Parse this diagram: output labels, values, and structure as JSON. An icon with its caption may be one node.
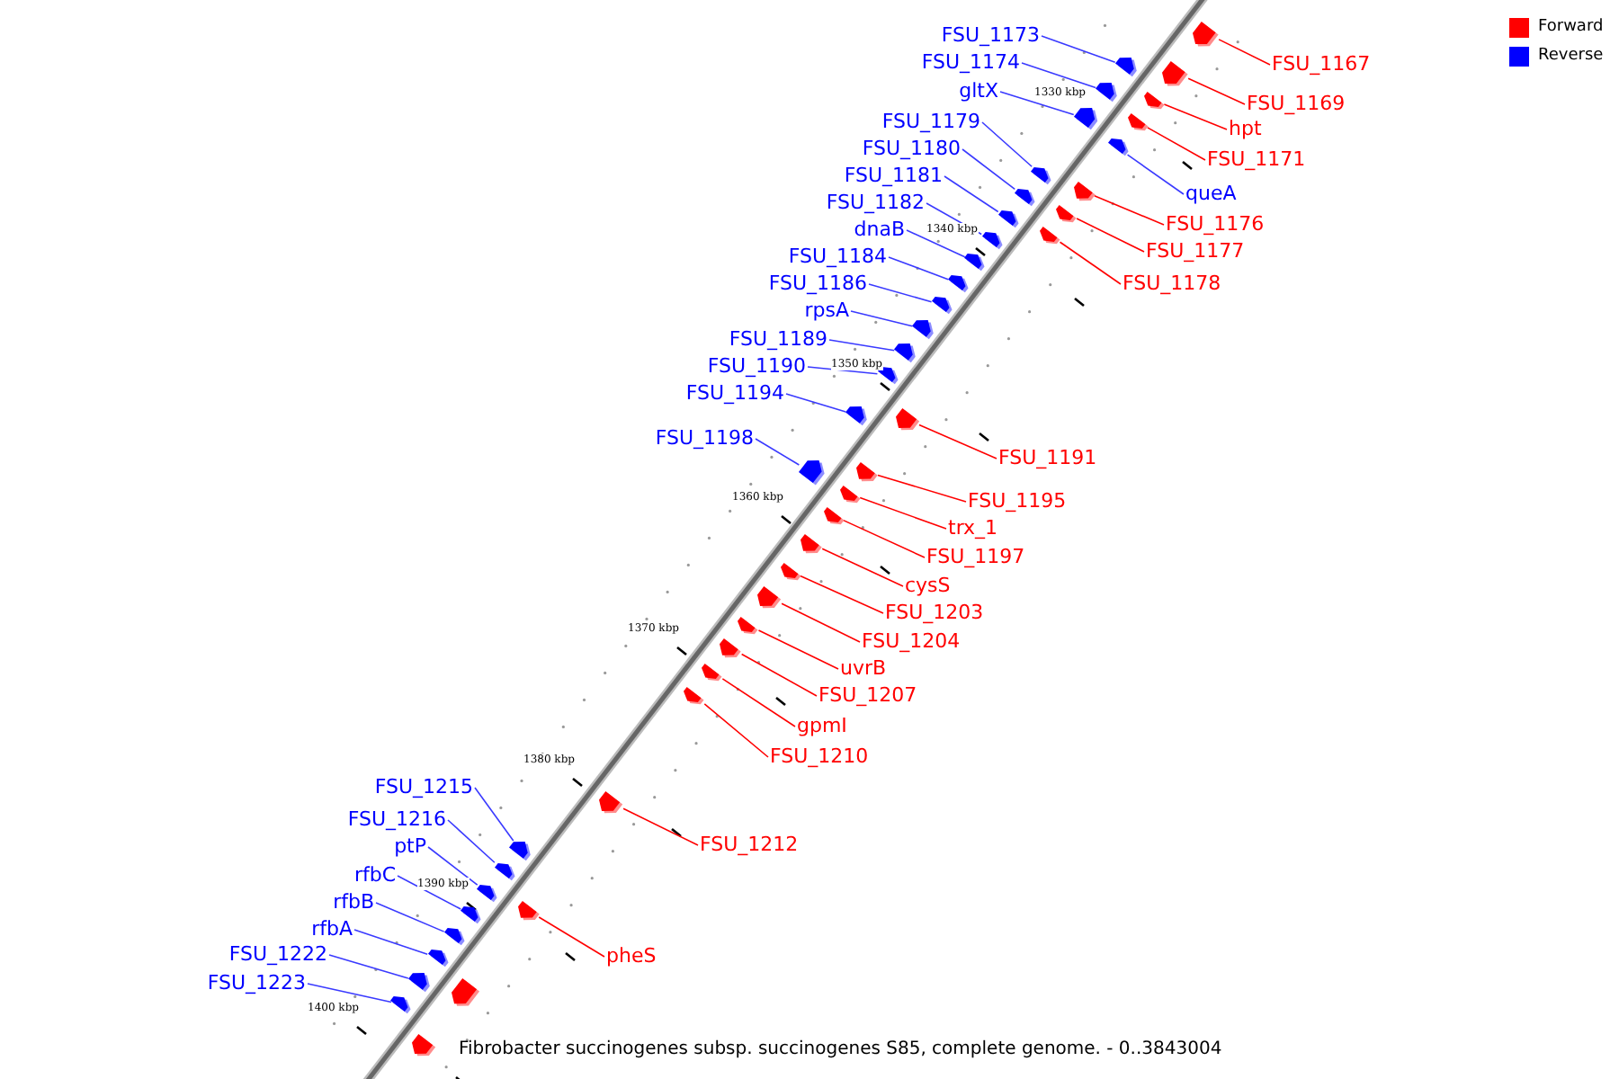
{
  "diagram": {
    "caption": "Fibrobacter succinogenes subsp. succinogenes S85, complete genome. - 0..3843004",
    "nodes": [
      {
        "text": [
          "FSU_1167"
        ]
      },
      {
        "text": [],
        "shape": "arrow"
      },
      {
        "text": [
          "FSU_1173"
        ]
      },
      {
        "text": [],
        "shape": "arrow"
      },
      {
        "text": [
          "FSU_1174"
        ]
      },
      {
        "text": [],
        "shape": "arrow"
      },
      {
        "text": [
          "gltX"
        ]
      },
      {
        "text": [],
        "shape": "arrow"
      },
      {
        "text": [
          "FSU_1169"
        ]
      },
      {
        "text": [],
        "shape": "arrow"
      },
      {
        "text": [
          "FSU_1179"
        ]
      },
      {
        "text": [],
        "shape": "arrow"
      },
      {
        "text": [
          "hpt"
        ]
      },
      {
        "text": [],
        "shape": "arrow"
      },
      {
        "text": [
          "FSU_1180"
        ]
      },
      {
        "text": [],
        "shape": "arrow"
      },
      {
        "text": [
          "FSU_1171"
        ]
      },
      {
        "text": [],
        "shape": "arrow"
      },
      {
        "text": [
          "FSU_1181"
        ]
      },
      {
        "text": [],
        "shape": "arrow"
      },
      {
        "text": [
          "queA"
        ]
      },
      {
        "text": [],
        "shape": "arrow"
      },
      {
        "text": [
          "FSU_1182"
        ]
      },
      {
        "text": [],
        "shape": "arrow"
      },
      {
        "text": [
          "FSU_1176"
        ]
      },
      {
        "text": [],
        "shape": "arrow"
      },
      {
        "text": [
          "dnaB"
        ]
      },
      {
        "text": [],
        "shape": "arrow"
      },
      {
        "text": [
          "FSU_1177"
        ]
      },
      {
        "text": [],
        "shape": "arrow"
      },
      {
        "text": [
          "FSU_1184"
        ]
      },
      {
        "text": [],
        "shape": "arrow"
      },
      {
        "text": [
          "FSU_1178"
        ]
      },
      {
        "text": [],
        "shape": "arrow"
      },
      {
        "text": [
          "FSU_1186"
        ]
      },
      {
        "text": [],
        "shape": "arrow"
      },
      {
        "text": [
          "rpsA"
        ]
      },
      {
        "text": [],
        "shape": "arrow"
      },
      {
        "text": [
          "FSU_1189"
        ]
      },
      {
        "text": [],
        "shape": "arrow"
      },
      {
        "text": [
          "FSU_1190"
        ]
      },
      {
        "text": [],
        "shape": "arrow"
      },
      {
        "text": [
          "FSU_1194"
        ]
      },
      {
        "text": [],
        "shape": "arrow"
      },
      {
        "text": [
          "FSU_1198"
        ]
      },
      {
        "text": [],
        "shape": "arrow"
      },
      {
        "text": [
          "FSU_1191"
        ]
      },
      {
        "text": [],
        "shape": "arrow"
      },
      {
        "text": [
          "FSU_1195"
        ]
      },
      {
        "text": [],
        "shape": "arrow"
      },
      {
        "text": [
          "trx_1"
        ]
      },
      {
        "text": [],
        "shape": "arrow"
      },
      {
        "text": [
          "FSU_1197"
        ]
      },
      {
        "text": [],
        "shape": "arrow"
      },
      {
        "text": [
          "cysS"
        ]
      },
      {
        "text": [],
        "shape": "arrow"
      },
      {
        "text": [
          "FSU_1203"
        ]
      },
      {
        "text": [],
        "shape": "arrow"
      },
      {
        "text": [
          "FSU_1204"
        ]
      },
      {
        "text": [],
        "shape": "arrow"
      },
      {
        "text": [
          "uvrB"
        ]
      },
      {
        "text": [],
        "shape": "arrow"
      },
      {
        "text": [
          "FSU_1207"
        ]
      },
      {
        "text": [],
        "shape": "arrow"
      },
      {
        "text": [
          "gpmI"
        ]
      },
      {
        "text": [],
        "shape": "arrow"
      },
      {
        "text": [
          "FSU_1210"
        ]
      },
      {
        "text": [],
        "shape": "arrow"
      },
      {
        "text": [
          "FSU_1215"
        ]
      },
      {
        "text": [],
        "shape": "arrow"
      },
      {
        "text": [
          "FSU_1216"
        ]
      },
      {
        "text": [],
        "shape": "arrow"
      },
      {
        "text": [
          "FSU_1212"
        ]
      },
      {
        "text": [],
        "shape": "arrow"
      },
      {
        "text": [
          "ptP"
        ]
      },
      {
        "text": [],
        "shape": "arrow"
      },
      {
        "text": [
          "rfbC"
        ]
      },
      {
        "text": [],
        "shape": "arrow"
      },
      {
        "text": [
          "rfbB"
        ]
      },
      {
        "text": [],
        "shape": "arrow"
      },
      {
        "text": [
          "rfbA"
        ]
      },
      {
        "text": [],
        "shape": "arrow"
      },
      {
        "text": [
          "FSU_1222"
        ]
      },
      {
        "text": [],
        "shape": "arrow"
      },
      {
        "text": [
          "pheS"
        ]
      },
      {
        "text": [],
        "shape": "arrow"
      },
      {
        "text": [
          "FSU_1223"
        ]
      },
      {
        "text": [],
        "shape": "arrow"
      },
      {
        "text": [],
        "shape": "arrow"
      },
      {
        "text": [],
        "shape": "arrow"
      }
    ],
    "edges": [
      {
        "from": 0,
        "to": 1,
        "arrow": "none",
        "color": "#ff0000"
      },
      {
        "from": 2,
        "to": 3,
        "arrow": "none"
      },
      {
        "from": 4,
        "to": 5,
        "arrow": "none"
      },
      {
        "from": 6,
        "to": 7,
        "arrow": "none"
      },
      {
        "from": 8,
        "to": 9,
        "arrow": "none",
        "color": "#ff0000"
      },
      {
        "from": 10,
        "to": 11,
        "arrow": "none"
      },
      {
        "from": 12,
        "to": 13,
        "arrow": "none",
        "color": "#ff0000"
      },
      {
        "from": 14,
        "to": 15,
        "arrow": "none"
      },
      {
        "from": 16,
        "to": 17,
        "arrow": "none",
        "color": "#ff0000"
      },
      {
        "from": 18,
        "to": 19,
        "arrow": "none"
      },
      {
        "from": 20,
        "to": 21,
        "arrow": "none"
      },
      {
        "from": 22,
        "to": 23,
        "arrow": "none"
      },
      {
        "from": 24,
        "to": 25,
        "arrow": "none",
        "color": "#ff0000"
      },
      {
        "from": 26,
        "to": 27,
        "arrow": "none"
      },
      {
        "from": 28,
        "to": 29,
        "arrow": "none",
        "color": "#ff0000"
      },
      {
        "from": 30,
        "to": 31,
        "arrow": "none"
      },
      {
        "from": 32,
        "to": 33,
        "arrow": "none",
        "color": "#ff0000"
      },
      {
        "from": 34,
        "to": 35,
        "arrow": "none"
      },
      {
        "from": 36,
        "to": 37,
        "arrow": "none"
      },
      {
        "from": 38,
        "to": 39,
        "arrow": "none"
      },
      {
        "from": 40,
        "to": 41,
        "arrow": "none"
      },
      {
        "from": 42,
        "to": 43,
        "arrow": "none"
      },
      {
        "from": 44,
        "to": 45,
        "arrow": "none"
      },
      {
        "from": 46,
        "to": 47,
        "arrow": "none",
        "color": "#ff0000"
      },
      {
        "from": 48,
        "to": 49,
        "arrow": "none",
        "color": "#ff0000"
      },
      {
        "from": 50,
        "to": 51,
        "arrow": "none",
        "color": "#ff0000"
      },
      {
        "from": 52,
        "to": 53,
        "arrow": "none",
        "color": "#ff0000"
      },
      {
        "from": 54,
        "to": 55,
        "arrow": "none",
        "color": "#ff0000"
      },
      {
        "from": 56,
        "to": 57,
        "arrow": "none",
        "color": "#ff0000"
      },
      {
        "from": 58,
        "to": 59,
        "arrow": "none",
        "color": "#ff0000"
      },
      {
        "from": 60,
        "to": 61,
        "arrow": "none",
        "color": "#ff0000"
      },
      {
        "from": 62,
        "to": 63,
        "arrow": "none",
        "color": "#ff0000"
      },
      {
        "from": 64,
        "to": 65,
        "arrow": "none",
        "color": "#ff0000"
      },
      {
        "from": 66,
        "to": 67,
        "arrow": "none",
        "color": "#ff0000"
      },
      {
        "from": 68,
        "to": 69,
        "arrow": "none"
      },
      {
        "from": 70,
        "to": 71,
        "arrow": "none"
      },
      {
        "from": 72,
        "to": 73,
        "arrow": "none",
        "color": "#ff0000"
      },
      {
        "from": 74,
        "to": 75,
        "arrow": "none"
      },
      {
        "from": 76,
        "to": 77,
        "arrow": "none"
      },
      {
        "from": 78,
        "to": 79,
        "arrow": "none"
      },
      {
        "from": 80,
        "to": 81,
        "arrow": "none"
      },
      {
        "from": 82,
        "to": 83,
        "arrow": "none"
      },
      {
        "from": 84,
        "to": 85,
        "arrow": "none",
        "color": "#ff0000"
      },
      {
        "from": 86,
        "to": 87,
        "arrow": "none"
      }
    ],
    "labels": [
      "1330 kbp",
      "1340 kbp",
      "1350 kbp",
      "1360 kbp",
      "1370 kbp",
      "1380 kbp",
      "1390 kbp",
      "1400 kbp"
    ],
    "legend": [
      {
        "text": "Forward",
        "color": "#ff0000"
      },
      {
        "text": "Reverse",
        "color": "#0000ff"
      }
    ]
  }
}
